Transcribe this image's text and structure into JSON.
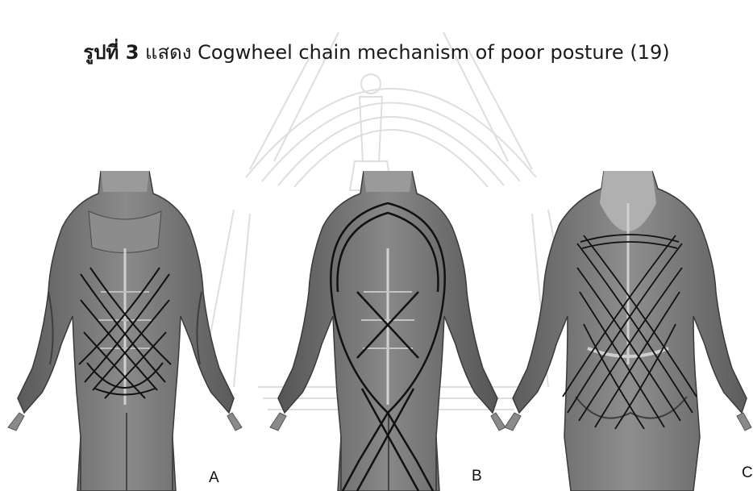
{
  "caption": {
    "figure_label": "รูปที่ 3",
    "text": " แสดง Cogwheel chain mechanism of poor posture (19)"
  },
  "panels": [
    {
      "letter": "A"
    },
    {
      "letter": "B"
    },
    {
      "letter": "C"
    }
  ],
  "colors": {
    "muscle": "#7a7a7a",
    "muscle_dark": "#3e3e3e",
    "tendon": "#d4d4d4",
    "chain_line": "#111111",
    "watermark": "#d8d8d8"
  }
}
